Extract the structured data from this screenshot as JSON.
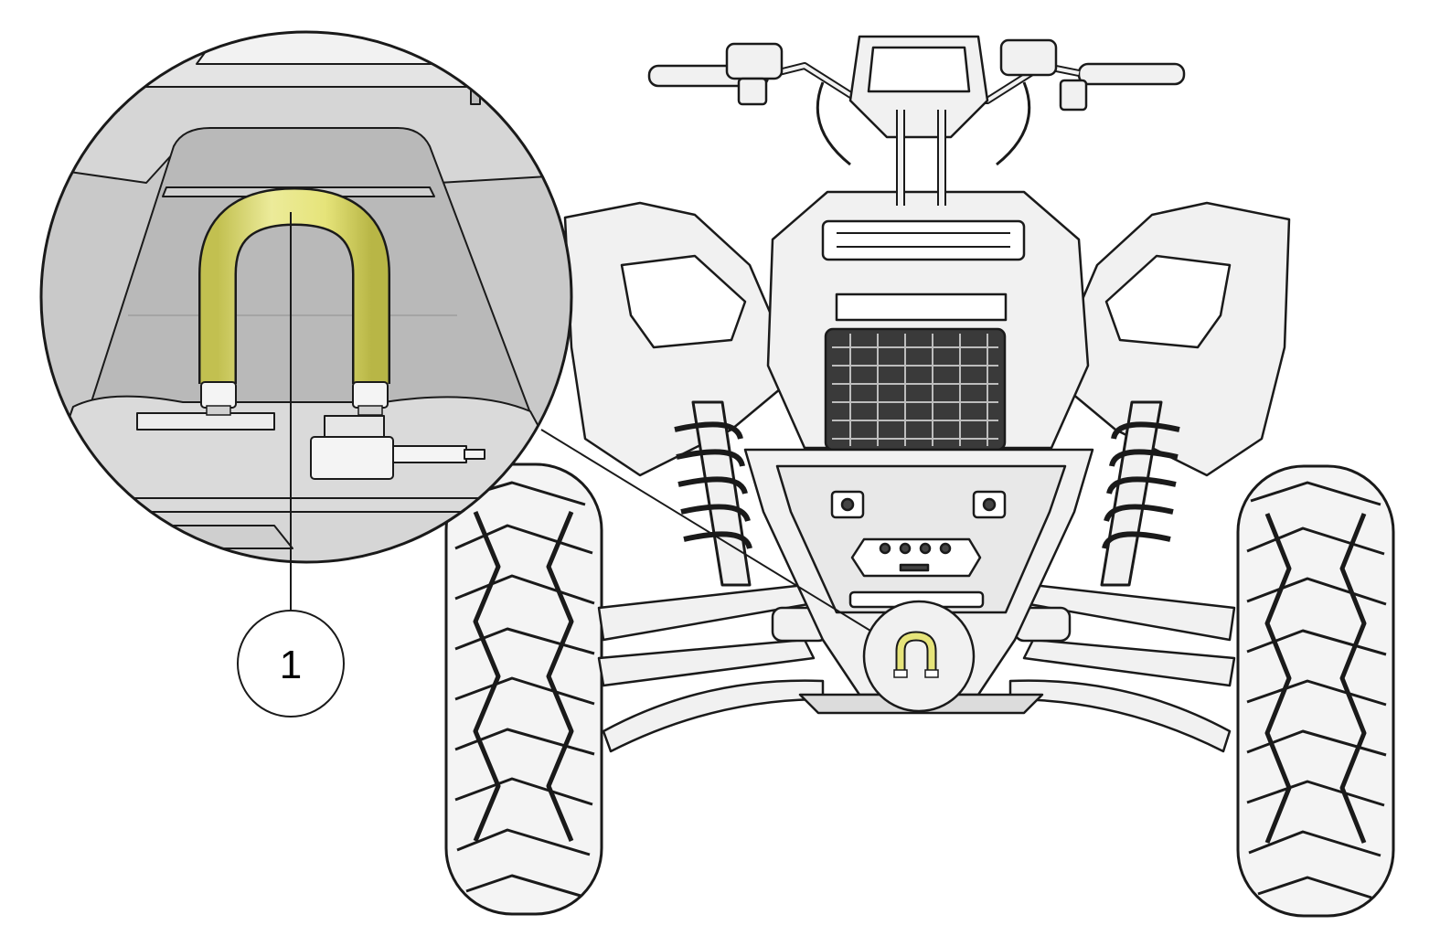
{
  "callouts": [
    {
      "number": "1",
      "part": "tow-hook"
    }
  ],
  "colors": {
    "highlight": "#e6e47a",
    "highlight_shadow": "#c2c050",
    "line": "#1a1a1a",
    "magnifier_fill": "#d6d6d6",
    "body_fill": "#f1f1f1",
    "tire_fill": "#f4f4f4"
  },
  "icons": {
    "atv": "atv-front-view-illustration",
    "magnifier": "detail-magnifier-circle",
    "hook": "tow-hook-icon"
  }
}
